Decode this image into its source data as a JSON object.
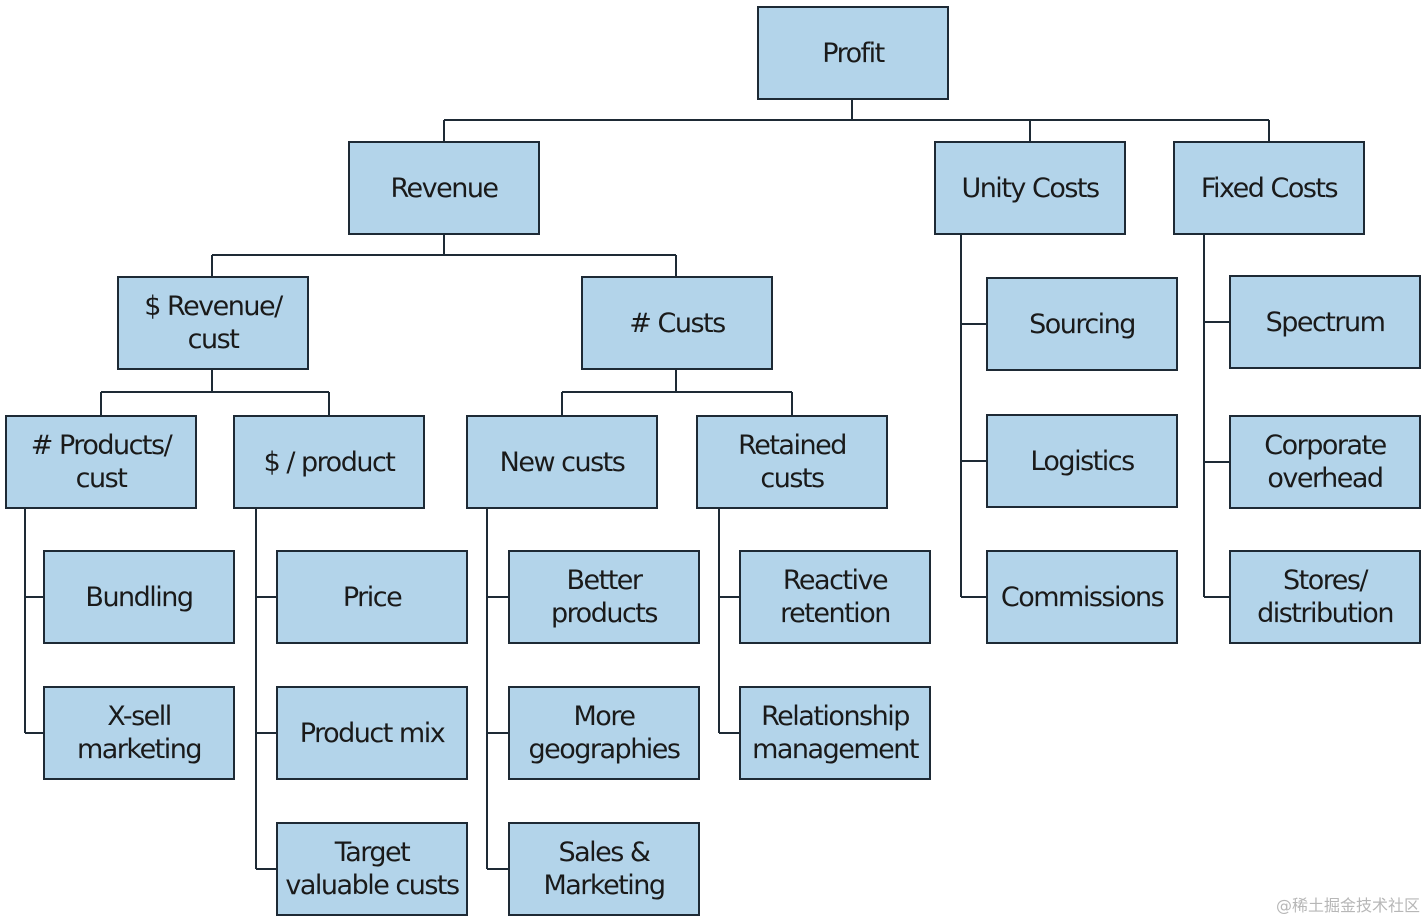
{
  "colors": {
    "box_fill": "#b3d4ea",
    "box_border": "#1e2a35",
    "line": "#1e2a35",
    "text": "#1a1a1a"
  },
  "nodes": {
    "profit": "Profit",
    "revenue": "Revenue",
    "unity_costs": "Unity Costs",
    "fixed_costs": "Fixed Costs",
    "revenue_per_cust": "$ Revenue/\ncust",
    "num_custs": "# Custs",
    "products_per_cust": "# Products/\ncust",
    "dollar_per_product": "$ / product",
    "new_custs": "New custs",
    "retained_custs": "Retained\ncusts",
    "bundling": "Bundling",
    "xsell_marketing": "X-sell\nmarketing",
    "price": "Price",
    "product_mix": "Product mix",
    "target_valuable_custs": "Target\nvaluable custs",
    "better_products": "Better\nproducts",
    "more_geographies": "More\ngeographies",
    "sales_marketing": "Sales &\nMarketing",
    "reactive_retention": "Reactive\nretention",
    "relationship_management": "Relationship\nmanagement",
    "sourcing": "Sourcing",
    "logistics": "Logistics",
    "commissions": "Commissions",
    "spectrum": "Spectrum",
    "corporate_overhead": "Corporate\noverhead",
    "stores_distribution": "Stores/\ndistribution"
  },
  "watermark": "@稀土掘金技术社区"
}
